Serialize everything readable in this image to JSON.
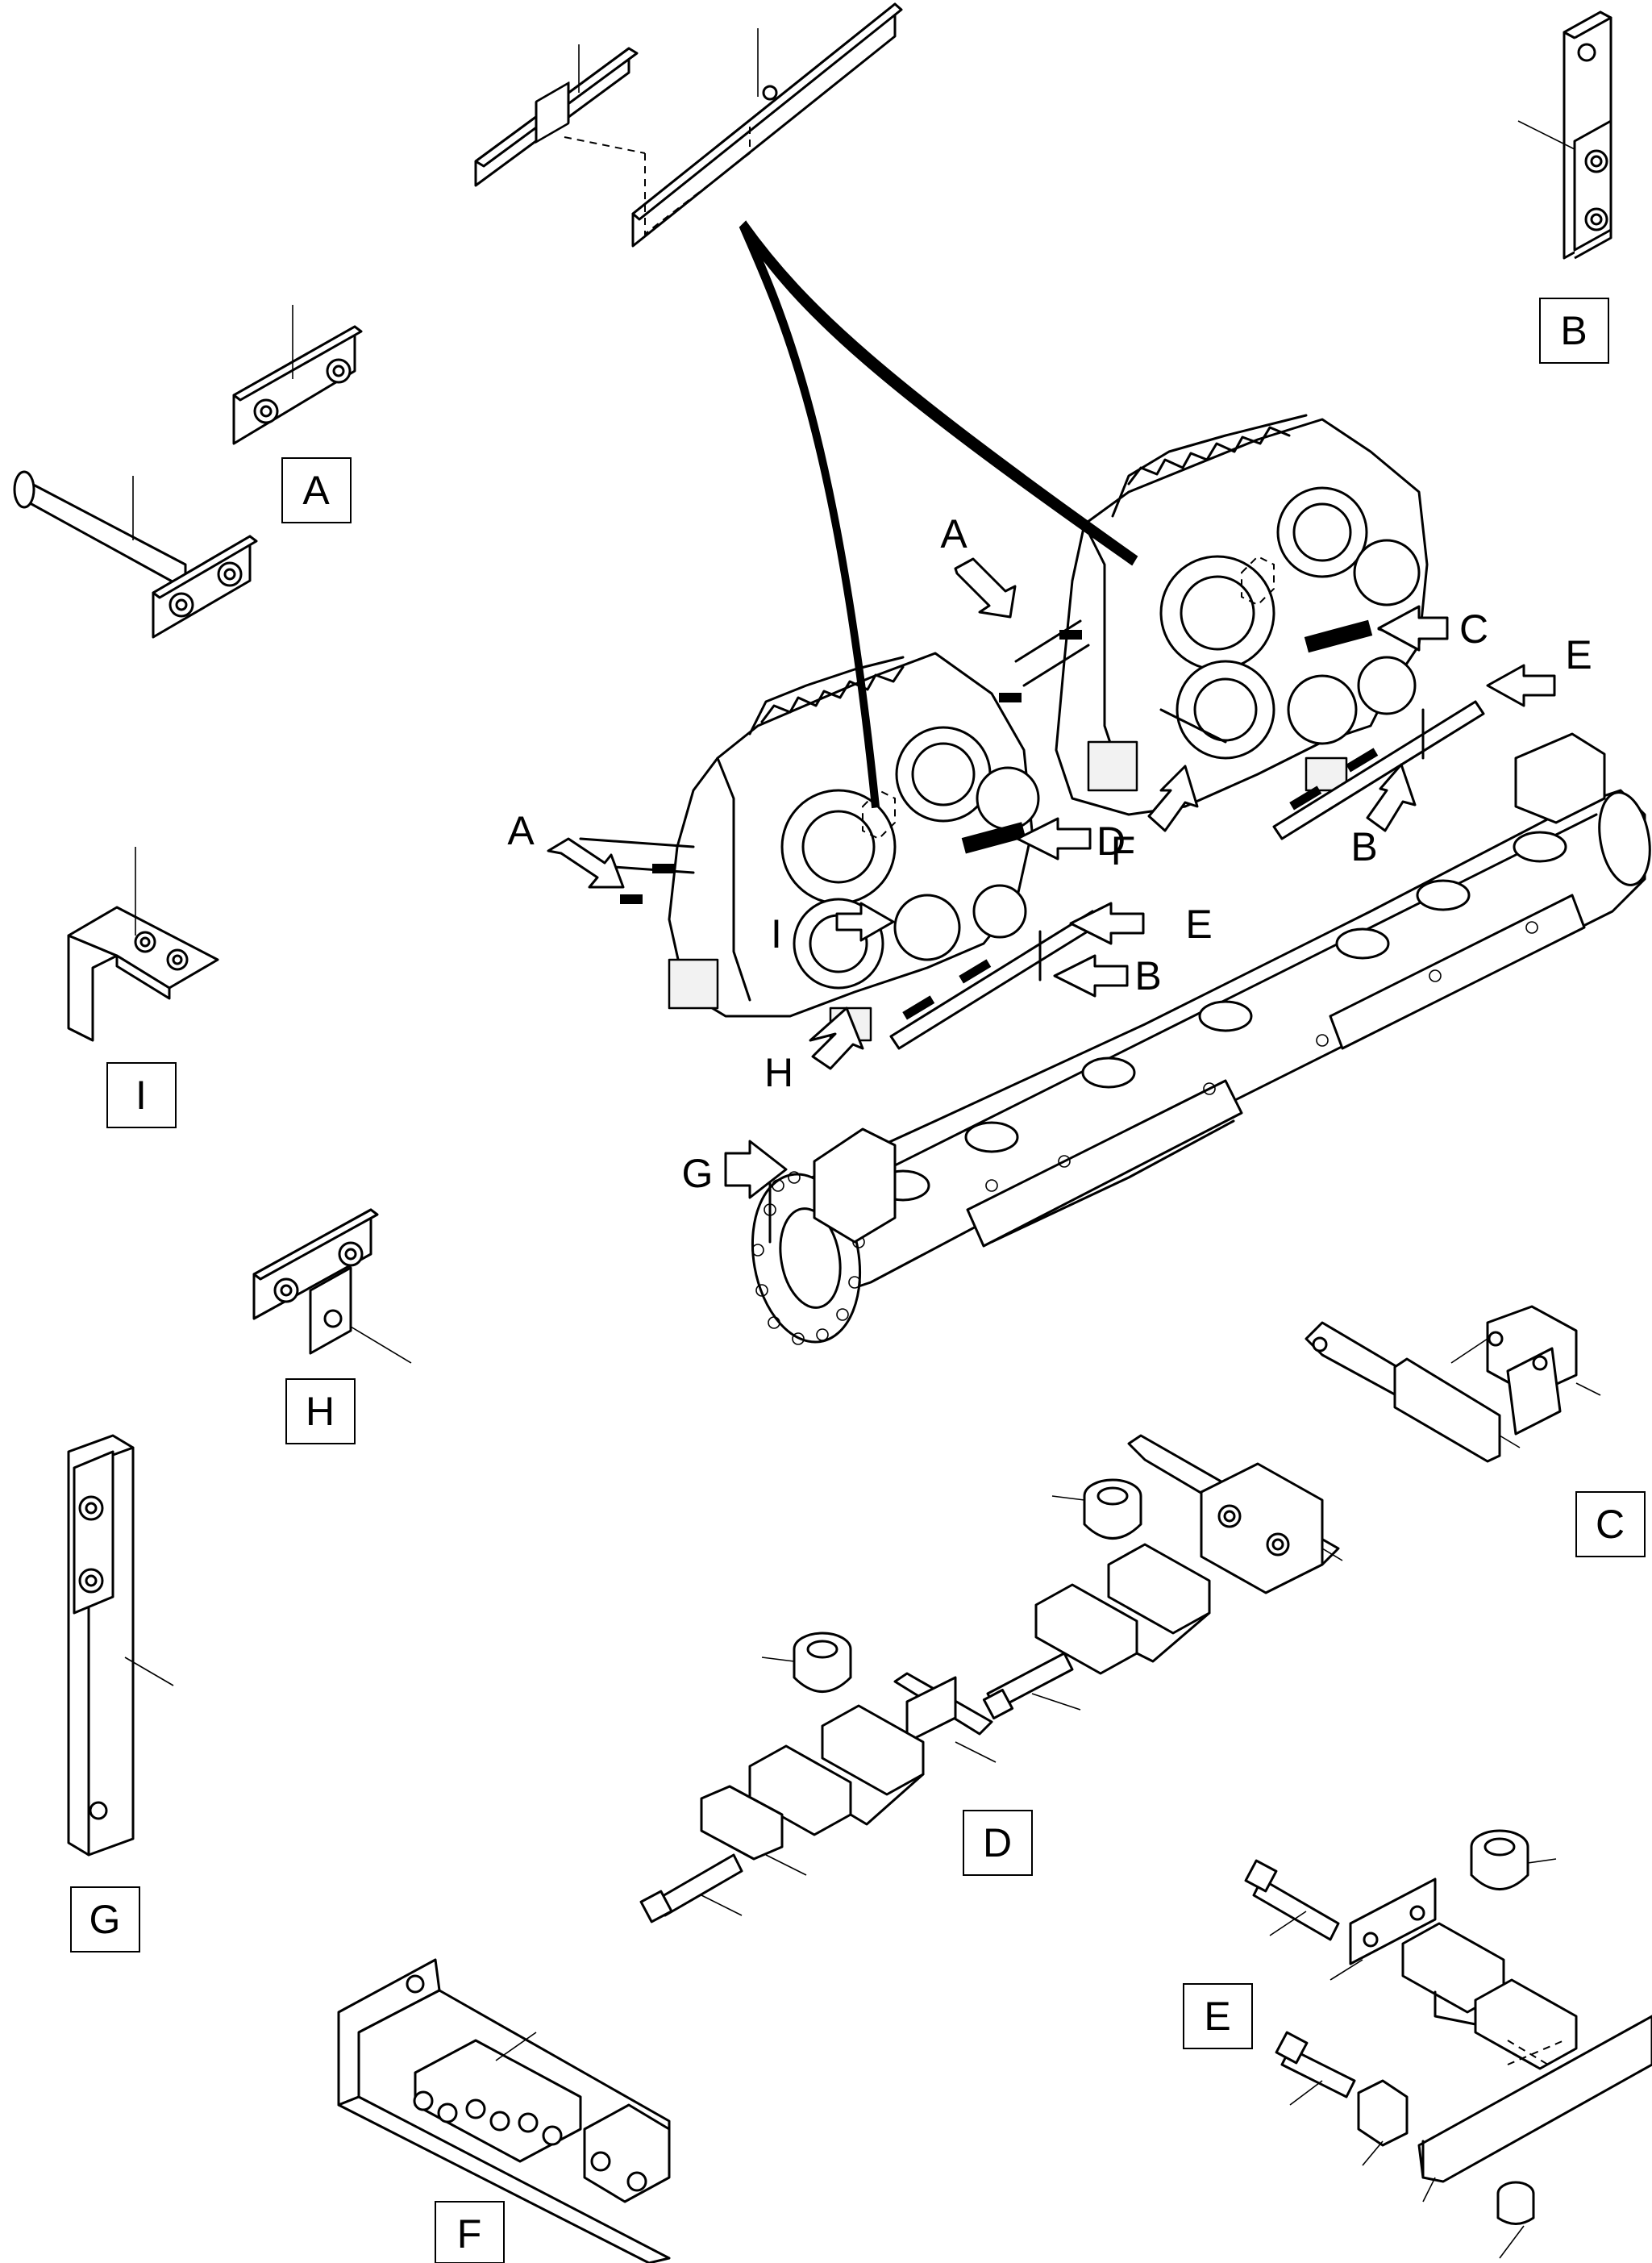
{
  "detail_labels": {
    "A": "A",
    "B": "B",
    "C": "C",
    "D": "D",
    "E": "E",
    "F": "F",
    "G": "G",
    "H": "H",
    "I": "I"
  },
  "callouts": {
    "A1": "A",
    "A2": "A",
    "B": "B",
    "B2": "B",
    "C": "C",
    "D": "D",
    "E1": "E",
    "E2": "E",
    "F": "F",
    "G": "G",
    "H": "H",
    "I": "I"
  }
}
